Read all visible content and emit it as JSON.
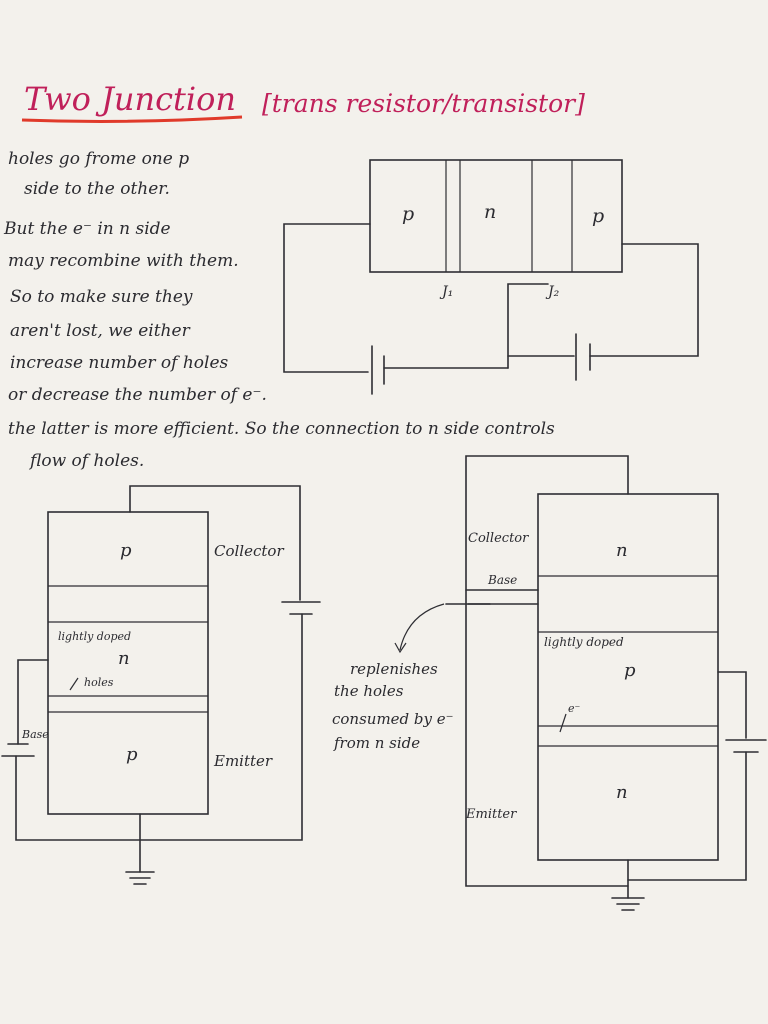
{
  "title": {
    "main": "Two Junction",
    "bracket": "[trans resistor/transistor]",
    "underline_color": "#e03a2a",
    "ink_color": "#c0205a"
  },
  "notes": [
    "holes go frome one p",
    "side to the other.",
    "But the e⁻ in n side",
    "may recombine with them.",
    "So to make sure they",
    "aren't lost, we either",
    "increase number of holes",
    "or decrease the number of e⁻.",
    "the latter is more efficient. So the connection to n side controls",
    "flow of holes."
  ],
  "top_diagram": {
    "regions": [
      "p",
      "n",
      "p"
    ],
    "junction_labels": [
      "J₁",
      "J₂"
    ]
  },
  "pnp_diagram": {
    "regions": {
      "top": "p",
      "middle_note": "lightly doped",
      "middle": "n",
      "holes": "holes",
      "bottom": "p"
    },
    "labels": {
      "collector": "Collector",
      "emitter": "Emitter",
      "base": "Base"
    }
  },
  "npn_diagram": {
    "regions": {
      "top": "n",
      "middle_note": "lightly doped",
      "middle": "p",
      "electron": "e⁻",
      "bottom": "n"
    },
    "labels": {
      "collector": "Collector",
      "base": "Base",
      "emitter": "Emitter"
    },
    "annotation": [
      "replenishes",
      "the holes",
      "consumed by e⁻",
      "from n side"
    ]
  },
  "colors": {
    "ink": "#2b2b30",
    "paper": "#f3f1ec"
  }
}
